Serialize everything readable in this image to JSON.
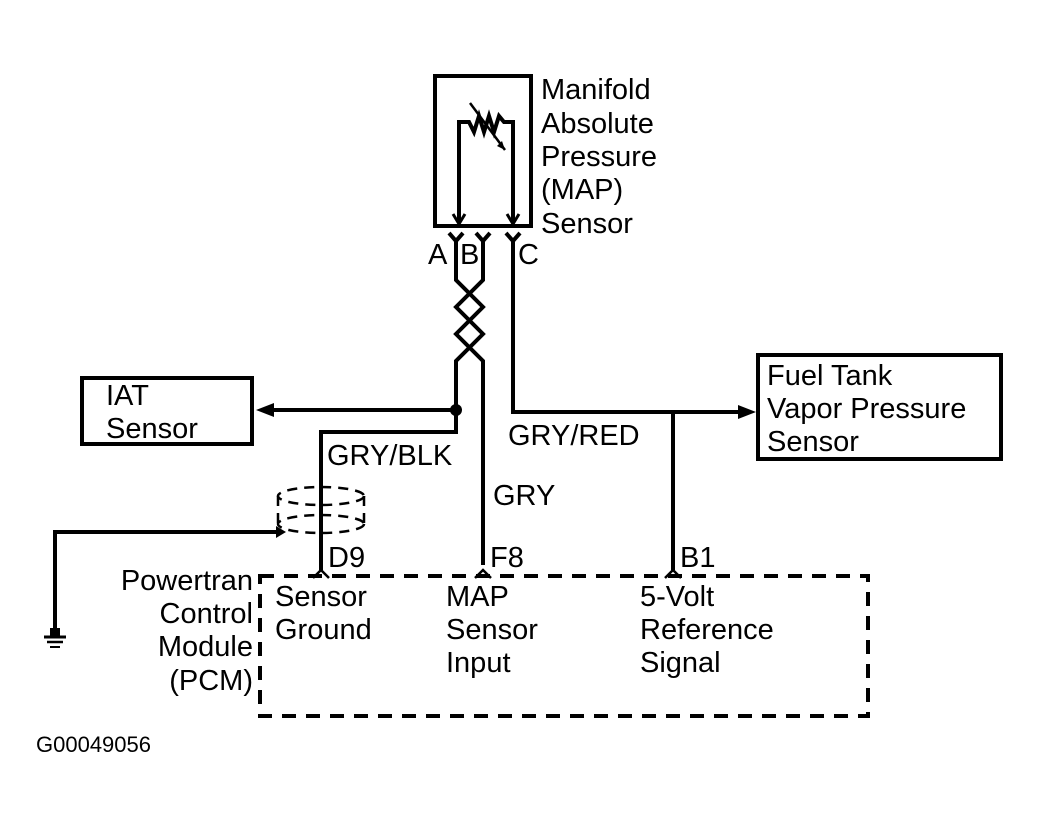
{
  "figure_id": "G00049056",
  "components": {
    "map_sensor": {
      "label_lines": [
        "Manifold",
        "Absolute",
        "Pressure",
        "(MAP)",
        "Sensor"
      ],
      "pins": [
        "A",
        "B",
        "C"
      ]
    },
    "iat_sensor": {
      "label_lines": [
        "IAT",
        "Sensor"
      ]
    },
    "fuel_tank_sensor": {
      "label_lines": [
        "Fuel Tank",
        "Vapor Pressure",
        "Sensor"
      ]
    },
    "pcm": {
      "label_lines": [
        "Powertran",
        "Control",
        "Module",
        "(PCM)"
      ],
      "terminals": [
        {
          "pin": "D9",
          "label_lines": [
            "Sensor",
            "Ground"
          ]
        },
        {
          "pin": "F8",
          "label_lines": [
            "MAP",
            "Sensor",
            "Input"
          ]
        },
        {
          "pin": "B1",
          "label_lines": [
            "5-Volt",
            "Reference",
            "Signal"
          ]
        }
      ]
    }
  },
  "wires": [
    {
      "color_code": "GRY/BLK",
      "from": "MAP Sensor A",
      "to": "PCM D9",
      "also_to": "IAT Sensor"
    },
    {
      "color_code": "GRY",
      "from": "MAP Sensor B",
      "to": "PCM F8"
    },
    {
      "color_code": "GRY/RED",
      "from": "MAP Sensor C",
      "to": "PCM B1",
      "also_to": "Fuel Tank Vapor Pressure Sensor"
    }
  ],
  "ground_symbol": "chassis-ground-icon"
}
